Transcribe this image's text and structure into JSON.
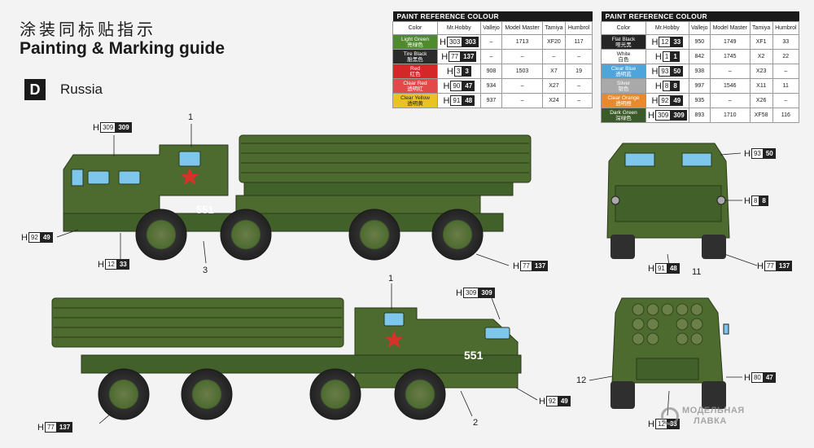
{
  "title_cn": "涂装同标贴指示",
  "title_en": "Painting & Marking guide",
  "section": {
    "letter": "D",
    "name": "Russia"
  },
  "colors": {
    "olive": "#4d6b2f",
    "olive_dark": "#35491f",
    "tire": "#3a3a3a",
    "star": "#d8312a",
    "glass": "#7fc6ec"
  },
  "paint_tables": [
    {
      "header": "PAINT REFERENCE COLOUR",
      "columns": [
        "Color",
        "Mr.Hobby",
        "Vallejo",
        "Model Master",
        "Tamiya",
        "Humbrol"
      ],
      "rows": [
        {
          "name": "Light Green",
          "cn": "亮绿色",
          "bg": "#4f8a2c",
          "h1": "303",
          "h2": "303",
          "vallejo": "–",
          "mm": "1713",
          "tamiya": "XF20",
          "humbrol": "117"
        },
        {
          "name": "Tire Black",
          "cn": "胎黑色",
          "bg": "#2a2a2a",
          "h1": "77",
          "h2": "137",
          "vallejo": "–",
          "mm": "–",
          "tamiya": "–",
          "humbrol": "–"
        },
        {
          "name": "Red",
          "cn": "红色",
          "bg": "#d42727",
          "h1": "3",
          "h2": "3",
          "vallejo": "908",
          "mm": "1503",
          "tamiya": "X7",
          "humbrol": "19"
        },
        {
          "name": "Clear Red",
          "cn": "透明红",
          "bg": "#e04a4a",
          "h1": "90",
          "h2": "47",
          "vallejo": "934",
          "mm": "–",
          "tamiya": "X27",
          "humbrol": "–"
        },
        {
          "name": "Clear Yellow",
          "cn": "透明黄",
          "bg": "#e8c321",
          "h1": "91",
          "h2": "48",
          "vallejo": "937",
          "mm": "–",
          "tamiya": "X24",
          "humbrol": "–"
        }
      ]
    },
    {
      "header": "PAINT REFERENCE COLOUR",
      "columns": [
        "Color",
        "Mr.Hobby",
        "Vallejo",
        "Model Master",
        "Tamiya",
        "Humbrol"
      ],
      "rows": [
        {
          "name": "Flat Black",
          "cn": "哑光黑",
          "bg": "#252525",
          "h1": "12",
          "h2": "33",
          "vallejo": "950",
          "mm": "1749",
          "tamiya": "XF1",
          "humbrol": "33"
        },
        {
          "name": "White",
          "cn": "白色",
          "bg": "#ffffff",
          "h1": "1",
          "h2": "1",
          "vallejo": "842",
          "mm": "1745",
          "tamiya": "X2",
          "humbrol": "22"
        },
        {
          "name": "Clear Blue",
          "cn": "透明蓝",
          "bg": "#4ea5dc",
          "h1": "93",
          "h2": "50",
          "vallejo": "938",
          "mm": "–",
          "tamiya": "X23",
          "humbrol": "–"
        },
        {
          "name": "Silver",
          "cn": "银色",
          "bg": "#a9a9a9",
          "h1": "8",
          "h2": "8",
          "vallejo": "997",
          "mm": "1546",
          "tamiya": "X11",
          "humbrol": "11"
        },
        {
          "name": "Clear Orange",
          "cn": "透明橙",
          "bg": "#e8892c",
          "h1": "92",
          "h2": "49",
          "vallejo": "935",
          "mm": "–",
          "tamiya": "X26",
          "humbrol": "–"
        },
        {
          "name": "Dark Green",
          "cn": "深绿色",
          "bg": "#3b5a2a",
          "h1": "309",
          "h2": "309",
          "vallejo": "893",
          "mm": "1710",
          "tamiya": "XF58",
          "humbrol": "116"
        }
      ]
    }
  ],
  "vehicle_number": "551",
  "callouts": [
    {
      "id": "top-side-1",
      "text": "1"
    },
    {
      "id": "top-side-3",
      "text": "3"
    },
    {
      "id": "bottom-side-1",
      "text": "1"
    },
    {
      "id": "bottom-side-2",
      "text": "2"
    },
    {
      "id": "front-11",
      "text": "11"
    },
    {
      "id": "rear-12",
      "text": "12"
    }
  ],
  "h_labels": [
    {
      "id": "top-roof",
      "c1": "309",
      "c2": "309"
    },
    {
      "id": "top-front-light",
      "c1": "92",
      "c2": "49"
    },
    {
      "id": "top-bumper",
      "c1": "12",
      "c2": "33"
    },
    {
      "id": "top-tire",
      "c1": "77",
      "c2": "137"
    },
    {
      "id": "front-windshield",
      "c1": "93",
      "c2": "50"
    },
    {
      "id": "front-headlight",
      "c1": "8",
      "c2": "8"
    },
    {
      "id": "front-tire",
      "c1": "77",
      "c2": "137"
    },
    {
      "id": "front-marker",
      "c1": "91",
      "c2": "48"
    },
    {
      "id": "bottom-cab-roof",
      "c1": "309",
      "c2": "309"
    },
    {
      "id": "bottom-tire",
      "c1": "77",
      "c2": "137"
    },
    {
      "id": "bottom-light",
      "c1": "92",
      "c2": "49"
    },
    {
      "id": "rear-light",
      "c1": "80",
      "c2": "47"
    },
    {
      "id": "rear-bumper",
      "c1": "12",
      "c2": "33"
    }
  ],
  "watermark": {
    "line1": "МОДЕЛЬНАЯ",
    "line2": "ЛАВКА"
  }
}
